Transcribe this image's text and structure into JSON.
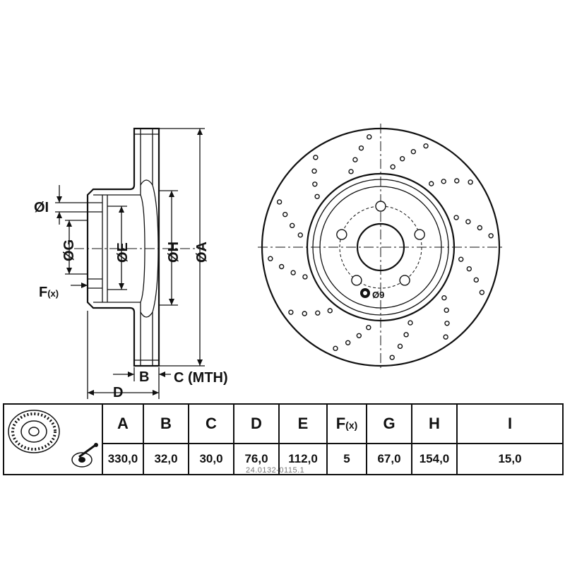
{
  "drawing": {
    "side_view_labels": {
      "dim_i": "ØI",
      "dim_g": "ØG",
      "dim_e": "ØE",
      "dim_h": "ØH",
      "dim_a": "ØA",
      "dim_f": "F",
      "dim_f_suffix": "(x)",
      "dim_b": "B",
      "dim_c": "C (MTH)",
      "dim_d": "D"
    },
    "front_view_labels": {
      "hole_diameter": "Ø9"
    },
    "bolt_holes": 5
  },
  "table": {
    "headers": [
      "A",
      "B",
      "C",
      "D",
      "E",
      "F",
      "G",
      "H",
      "I"
    ],
    "header_f_suffix": "(x)",
    "values": [
      "330,0",
      "32,0",
      "30,0",
      "76,0",
      "112,0",
      "5",
      "67,0",
      "154,0",
      "15,0"
    ]
  },
  "part_number": "24.0132-0115.1",
  "icons": [
    "brake-disc-icon",
    "disc-torque-icon"
  ]
}
